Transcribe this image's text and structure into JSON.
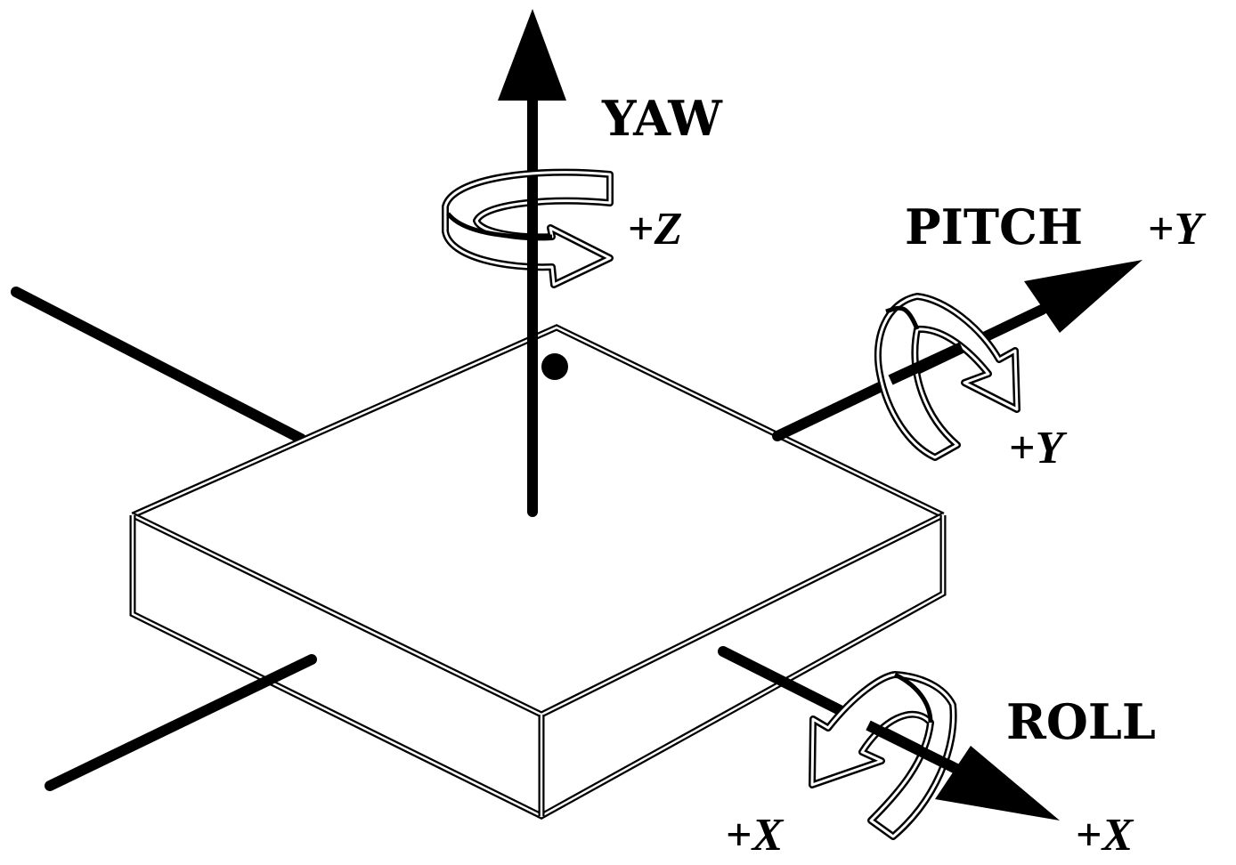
{
  "diagram": {
    "title": "Sensor axes: yaw, pitch and roll",
    "colors": {
      "ink": "#000000",
      "background": "#ffffff"
    },
    "axes": {
      "z": {
        "rotation_name": "YAW",
        "rotation_label_sign": "+",
        "rotation_label_axis": "Z"
      },
      "y": {
        "rotation_name": "PITCH",
        "axis_label_sign": "+",
        "axis_label_axis": "Y",
        "rotation_label_sign": "+",
        "rotation_label_axis": "Y"
      },
      "x": {
        "rotation_name": "ROLL",
        "axis_label_sign": "+",
        "axis_label_axis": "X",
        "rotation_label_sign": "+",
        "rotation_label_axis": "X"
      }
    },
    "icons": {
      "board": "rectangular-slab",
      "origin_marker": "pin-1-dot",
      "yaw_rotation": "curved-rotation-arrow",
      "pitch_rotation": "curved-rotation-arrow",
      "roll_rotation": "curved-rotation-arrow"
    }
  }
}
